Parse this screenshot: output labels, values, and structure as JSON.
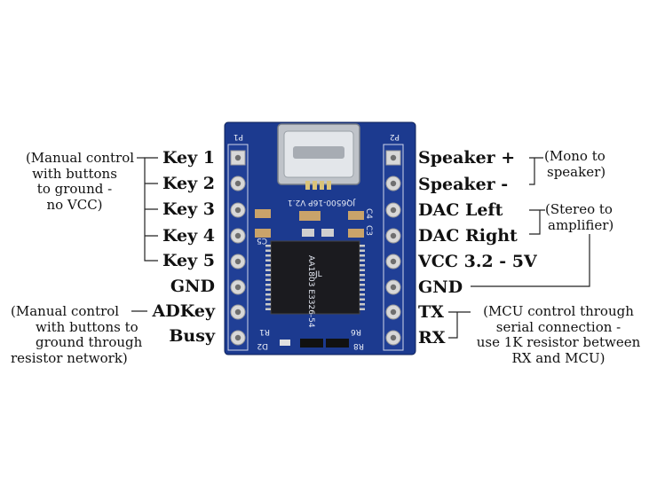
{
  "left_pins": [
    {
      "label": "Key 1"
    },
    {
      "label": "Key 2"
    },
    {
      "label": "Key 3"
    },
    {
      "label": "Key 4"
    },
    {
      "label": "Key 5"
    },
    {
      "label": "GND"
    },
    {
      "label": "ADKey"
    },
    {
      "label": "Busy"
    }
  ],
  "right_pins": [
    {
      "label": "Speaker +"
    },
    {
      "label": "Speaker -"
    },
    {
      "label": "DAC Left"
    },
    {
      "label": "DAC Right"
    },
    {
      "label": "VCC 3.2 - 5V"
    },
    {
      "label": "GND"
    },
    {
      "label": "TX"
    },
    {
      "label": "RX"
    }
  ],
  "notes": {
    "manual_buttons": [
      "(Manual control",
      "with buttons",
      "to ground -",
      "no VCC)"
    ],
    "manual_resistor": [
      "(Manual control",
      "with buttons to",
      "ground through",
      "resistor network)"
    ],
    "mono": [
      "(Mono to",
      "speaker)"
    ],
    "stereo": [
      "(Stereo to",
      "amplifier)"
    ],
    "mcu": [
      "(MCU control through",
      "serial connection -",
      "use 1K resistor between",
      "RX and MCU)"
    ]
  },
  "board_silkscreen": {
    "p1": "P1",
    "p2": "P2",
    "model": "JQ6500-16P V2.1",
    "chip": "AA1803 E3326-54",
    "c3": "C3",
    "c4": "C4",
    "c5": "C5",
    "r1": "R1",
    "r6": "R6",
    "r8": "R8",
    "d2": "D2",
    "chip_mark": "JL"
  },
  "colors": {
    "board": "#1c3a8f",
    "pad": "#d8d8d8",
    "line": "#222222"
  }
}
